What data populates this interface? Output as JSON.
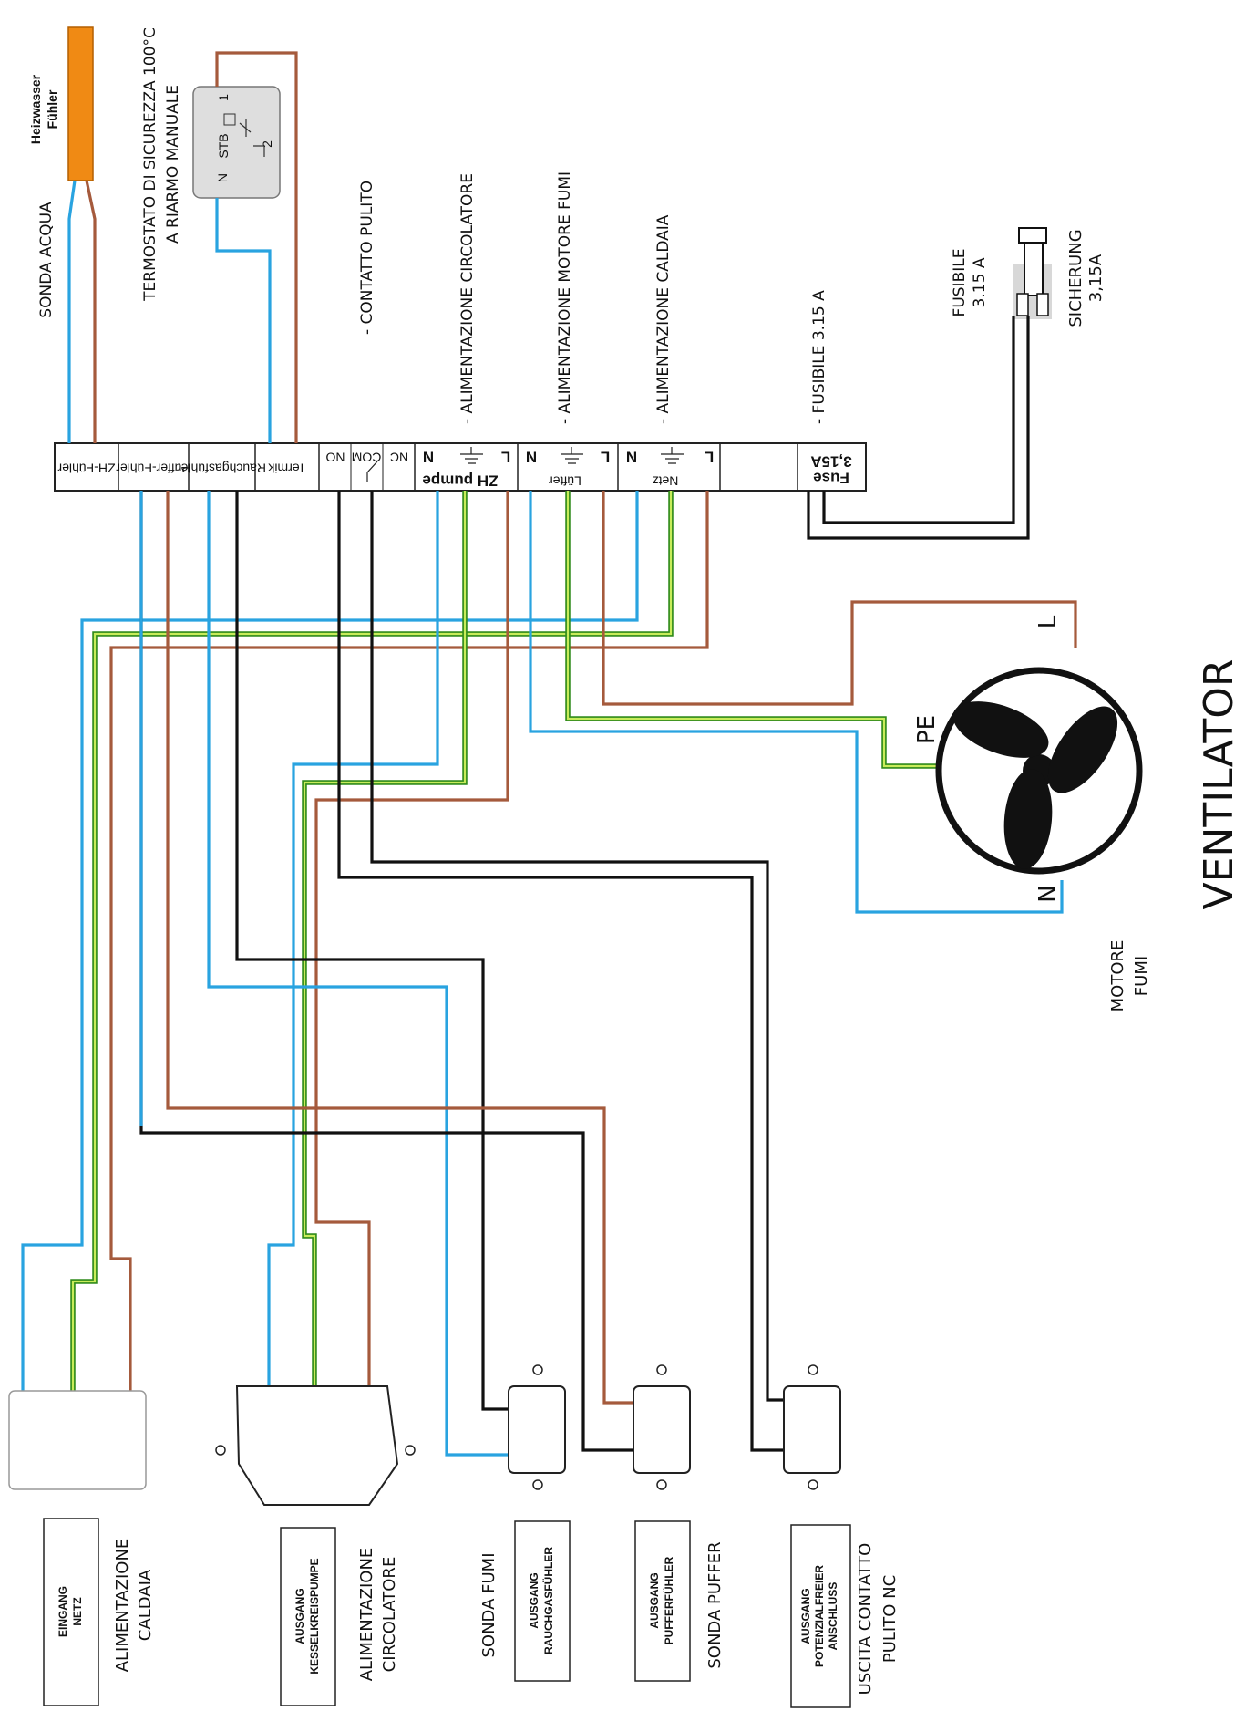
{
  "labels": {
    "sonda_acqua": "SONDA ACQUA",
    "termostato_1": "TERMOSTATO DI SICUREZZA 100°C",
    "termostato_2": "A RIARMO MANUALE",
    "heizwasser_1": "Heizwasser",
    "heizwasser_2": "Fühler",
    "contatto_pulito": "- CONTATTO PULITO",
    "alim_circolatore": "- ALIMENTAZIONE CIRCOLATORE",
    "alim_motore_fumi": "- ALIMENTAZIONE MOTORE FUMI",
    "alim_caldaia": "- ALIMENTAZIONE CALDAIA",
    "fusibile_dash": "- FUSIBILE 3.15 A",
    "fusibile_1": "FUSIBILE",
    "fusibile_2": "3.15 A",
    "sicherung_1": "SICHERUNG",
    "sicherung_2": "3,15A",
    "ventilator": "VENTILATOR",
    "pe": "PE",
    "l": "L",
    "n": "N",
    "motore_1": "MOTORE",
    "motore_2": "FUMI"
  },
  "stb": {
    "title": "STB",
    "n": "N",
    "one": "1",
    "two": "2"
  },
  "terminal_block": {
    "zh_fuhler": "ZH-Fühler",
    "puffer_fuhler": "Puffer-Fühler",
    "rauchgasfuhler": "Rauchgasfühler",
    "termik": "Termik",
    "no": "NO",
    "com": "COM",
    "nc": "NC",
    "zh_pumpe": "ZH pumpe",
    "lufter": "Lüfter",
    "netz": "Netz",
    "fuse_1": "Fuse",
    "fuse_2": "3,15A",
    "n": "N",
    "l": "L"
  },
  "boxes": {
    "eingang_1": "EINGANG",
    "eingang_2": "NETZ",
    "kessel_1": "AUSGANG",
    "kessel_2": "KESSELKREISPUMPE",
    "rauch_1": "AUSGANG",
    "rauch_2": "RAUCHGASFÜHLER",
    "puffer_1": "AUSGANG",
    "puffer_2": "PUFFERFÜHLER",
    "potenzial_1": "AUSGANG",
    "potenzial_2": "POTENZIALFREIER",
    "potenzial_3": "ANSCHLUSS"
  },
  "bottom_labels": {
    "alim_caldaia_1": "ALIMENTAZIONE",
    "alim_caldaia_2": "CALDAIA",
    "alim_circ_1": "ALIMENTAZIONE",
    "alim_circ_2": "CIRCOLATORE",
    "sonda_fumi": "SONDA FUMI",
    "sonda_puffer": "SONDA PUFFER",
    "uscita_1": "USCITA CONTATTO",
    "uscita_2": "PULITO NC"
  },
  "colors": {
    "blue": "#29a3e0",
    "brown": "#a55a3c",
    "black": "#111111",
    "green_yellow": "#2f8a1a",
    "sensor_orange": "#f08a14"
  }
}
